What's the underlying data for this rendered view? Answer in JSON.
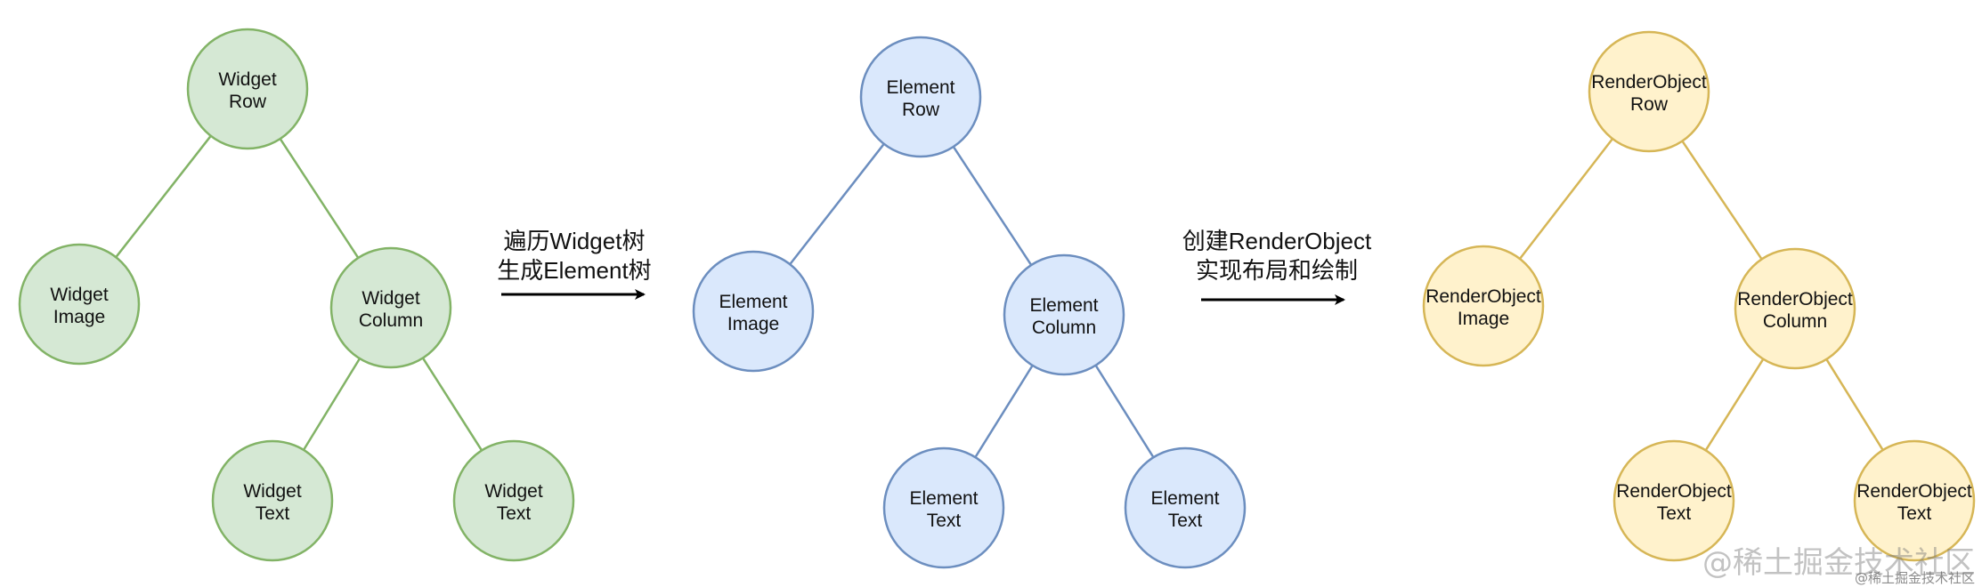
{
  "trees": [
    {
      "id": "widget",
      "fill": "#d5e8d4",
      "stroke": "#82b366",
      "nodes": [
        {
          "key": "row",
          "line1": "Widget",
          "line2": "Row"
        },
        {
          "key": "image",
          "line1": "Widget",
          "line2": "Image"
        },
        {
          "key": "column",
          "line1": "Widget",
          "line2": "Column"
        },
        {
          "key": "text-left",
          "line1": "Widget",
          "line2": "Text"
        },
        {
          "key": "text-right",
          "line1": "Widget",
          "line2": "Text"
        }
      ]
    },
    {
      "id": "element",
      "fill": "#dae8fc",
      "stroke": "#6c8ebf",
      "nodes": [
        {
          "key": "row",
          "line1": "Element",
          "line2": "Row"
        },
        {
          "key": "image",
          "line1": "Element",
          "line2": "Image"
        },
        {
          "key": "column",
          "line1": "Element",
          "line2": "Column"
        },
        {
          "key": "text-left",
          "line1": "Element",
          "line2": "Text"
        },
        {
          "key": "text-right",
          "line1": "Element",
          "line2": "Text"
        }
      ]
    },
    {
      "id": "renderobject",
      "fill": "#fff2cc",
      "stroke": "#d6b656",
      "nodes": [
        {
          "key": "row",
          "line1": "RenderObject",
          "line2": "Row"
        },
        {
          "key": "image",
          "line1": "RenderObject",
          "line2": "Image"
        },
        {
          "key": "column",
          "line1": "RenderObject",
          "line2": "Column"
        },
        {
          "key": "text-left",
          "line1": "RenderObject",
          "line2": "Text"
        },
        {
          "key": "text-right",
          "line1": "RenderObject",
          "line2": "Text"
        }
      ]
    }
  ],
  "edges": [
    [
      "row",
      "image"
    ],
    [
      "row",
      "column"
    ],
    [
      "column",
      "text-left"
    ],
    [
      "column",
      "text-right"
    ]
  ],
  "steps": [
    {
      "line1": "遍历Widget树",
      "line2": "生成Element树"
    },
    {
      "line1": "创建RenderObject",
      "line2": "实现布局和绘制"
    }
  ],
  "arrow_color": "#000000",
  "watermark": {
    "large": "@稀土掘金技术社区",
    "small": "@稀土掘金技术社区"
  }
}
